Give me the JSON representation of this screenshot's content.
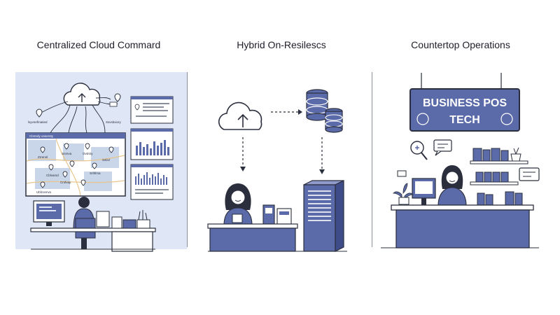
{
  "panels": [
    {
      "title": "Centralized Cloud Commard",
      "labels": {
        "left_node": "lsyvnefmatied",
        "right_node": "Ssvsbxiory",
        "map_header": "Cbmrdy onsersty"
      },
      "map_labels": [
        "Zrrennl",
        "Snreva",
        "Ovtntry",
        "Sstivl",
        "Cblvarsd",
        "Srthlma",
        "Cnrlvay",
        "Ublzonnvs"
      ]
    },
    {
      "title": "Hybrid On-Resilescs"
    },
    {
      "title": "Countertop Operations",
      "sign": {
        "line1": "BUSINESS POS",
        "line2": "TECH"
      }
    }
  ],
  "colors": {
    "primary": "#5b6aa8",
    "dark": "#2b2f3d",
    "light_panel": "#dfe6f5",
    "accent_pastel": "#8f9acb"
  }
}
